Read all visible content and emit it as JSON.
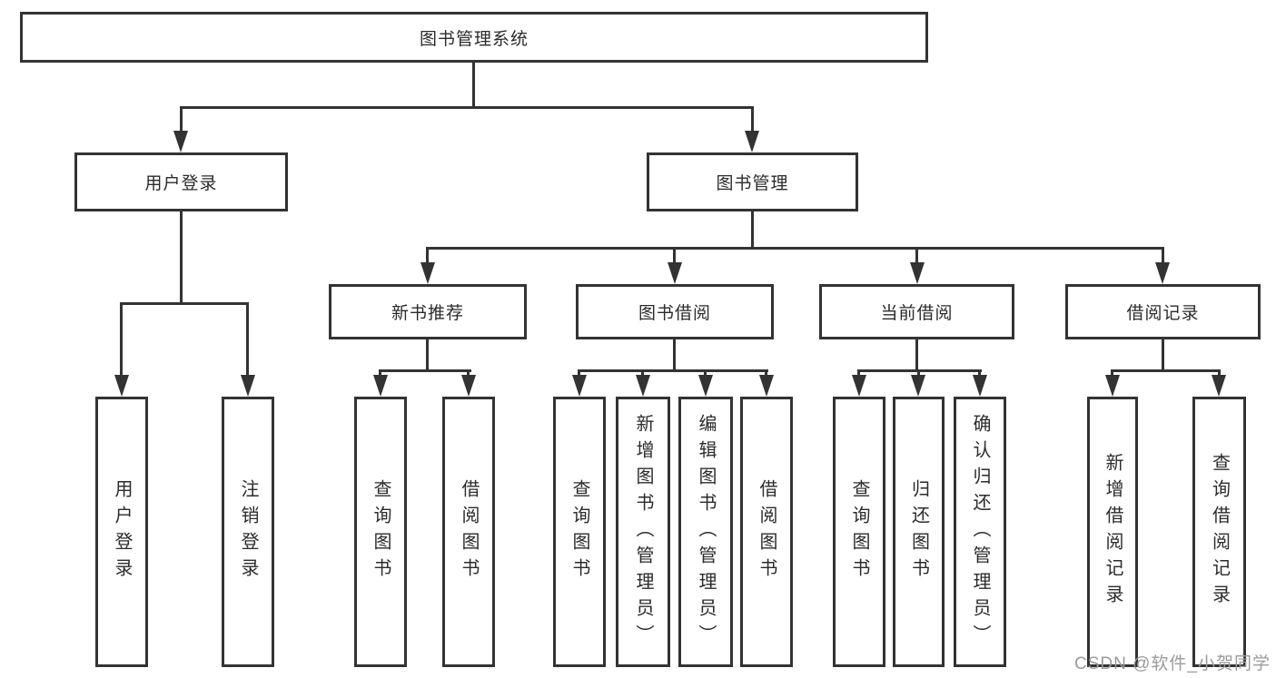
{
  "colors": {
    "line": "#333333",
    "text": "#2b2b2b",
    "background": "#ffffff",
    "watermark": "#9b9b9b"
  },
  "watermark": {
    "text": "CSDN @软件_小贺同学"
  },
  "tree": {
    "label": "图书管理系统",
    "children": [
      {
        "label": "用户登录",
        "children": [
          {
            "label": "用户登录"
          },
          {
            "label": "注销登录"
          }
        ]
      },
      {
        "label": "图书管理",
        "children": [
          {
            "label": "新书推荐",
            "children": [
              {
                "label": "查询图书"
              },
              {
                "label": "借阅图书"
              }
            ]
          },
          {
            "label": "图书借阅",
            "children": [
              {
                "label": "查询图书"
              },
              {
                "label": "新增图书（管理员）"
              },
              {
                "label": "编辑图书（管理员）"
              },
              {
                "label": "借阅图书"
              }
            ]
          },
          {
            "label": "当前借阅",
            "children": [
              {
                "label": "查询图书"
              },
              {
                "label": "归还图书"
              },
              {
                "label": "确认归还（管理员）"
              }
            ]
          },
          {
            "label": "借阅记录",
            "children": [
              {
                "label": "新增借阅记录"
              },
              {
                "label": "查询借阅记录"
              }
            ]
          }
        ]
      }
    ]
  }
}
